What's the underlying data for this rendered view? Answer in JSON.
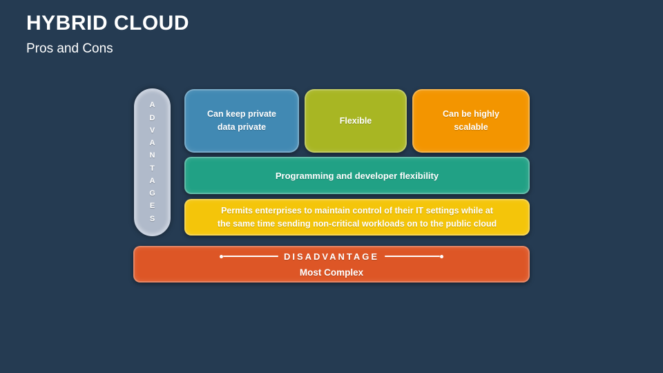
{
  "slide": {
    "title": "HYBRID CLOUD",
    "subtitle": "Pros and Cons",
    "background_color": "#253B52"
  },
  "advantages": {
    "label": "ADVANTAGES",
    "letters": [
      "A",
      "D",
      "V",
      "A",
      "N",
      "T",
      "A",
      "G",
      "E",
      "S"
    ],
    "pill_color": "#B0BACA",
    "cards": [
      {
        "line1": "Can keep private",
        "line2": "data private",
        "color": "#4189B3"
      },
      {
        "text": "Flexible",
        "color": "#A8B623"
      },
      {
        "line1": "Can be highly",
        "line2": "scalable",
        "color": "#F39500"
      },
      {
        "text": "Programming and developer flexibility",
        "color": "#21A185"
      },
      {
        "line1": "Permits enterprises to maintain control of their IT settings while at",
        "line2": "the same time sending non-critical workloads on to the public cloud",
        "color": "#F4C50A"
      }
    ]
  },
  "disadvantage": {
    "label": "DISADVANTAGE",
    "text": "Most Complex",
    "color": "#DD5626"
  }
}
